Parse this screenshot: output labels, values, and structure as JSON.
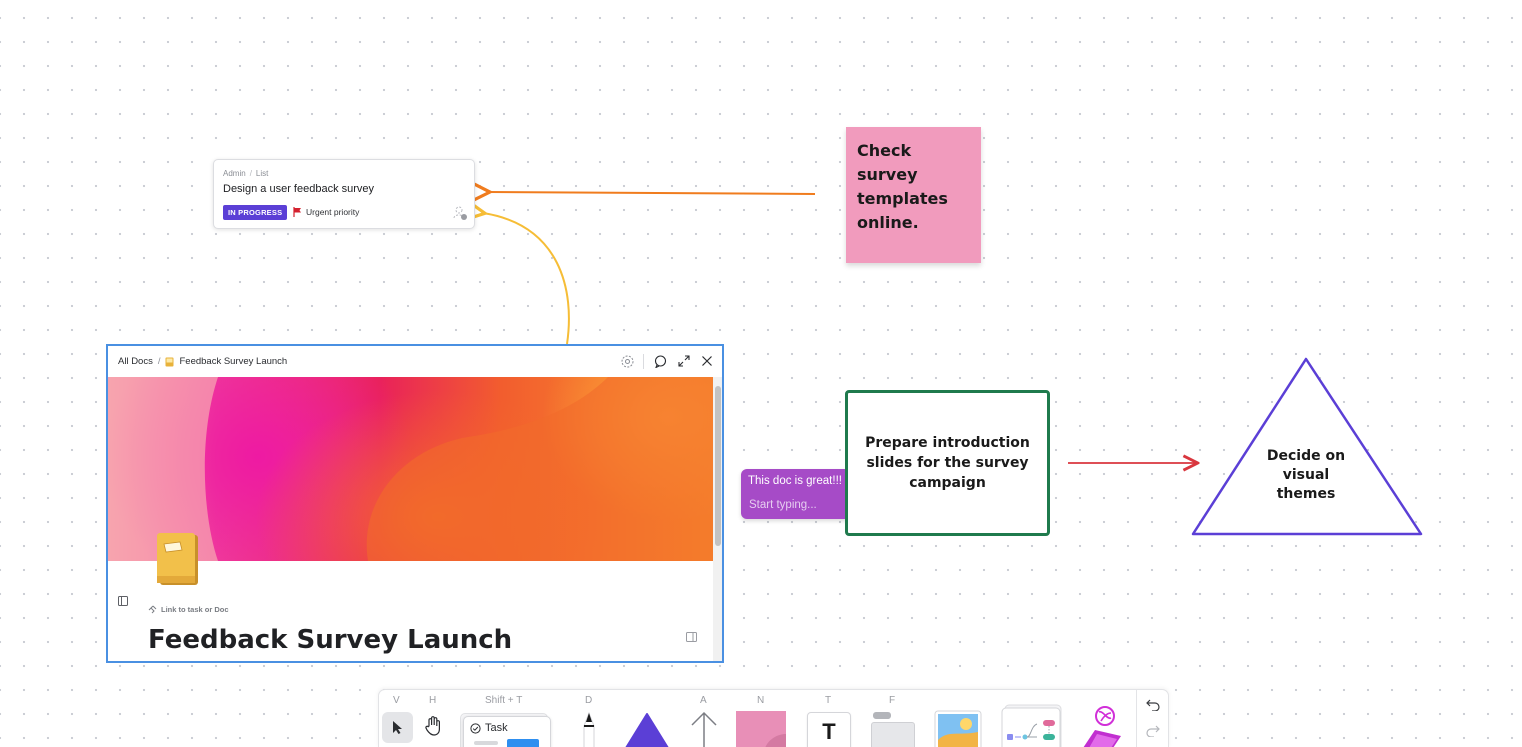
{
  "task_card": {
    "breadcrumb": [
      "Admin",
      "List"
    ],
    "title": "Design a user feedback survey",
    "status": "IN PROGRESS",
    "priority": "Urgent priority",
    "colors": {
      "status": "#5b3fd6",
      "flag": "#d4212f"
    }
  },
  "sticky_note": {
    "text": "Check survey templates online.",
    "color": "#f19bbd"
  },
  "doc": {
    "breadcrumb_root": "All Docs",
    "breadcrumb_current": "Feedback Survey Launch",
    "link_label": "Link to task or Doc",
    "title": "Feedback Survey Launch",
    "icons": [
      "doc-book-icon",
      "watch-icon",
      "comment-icon",
      "expand-icon",
      "close-icon"
    ]
  },
  "comment": {
    "text": "This doc is great!!!",
    "placeholder": "Start typing...",
    "color": "#a64bc7"
  },
  "rectangle": {
    "text": "Prepare introduction slides for the survey campaign",
    "border_color": "#1f7a4d"
  },
  "triangle": {
    "text": "Decide on visual themes",
    "border_color": "#5b3fd6"
  },
  "connectors": {
    "orange_color": "#f07c1e",
    "yellow_color": "#f6bd36",
    "red_color": "#d9363e"
  },
  "toolbar": {
    "shortcuts": {
      "select": "V",
      "hand": "H",
      "task": "Shift + T",
      "draw": "D",
      "arrow": "A",
      "note": "N",
      "text": "T",
      "frame": "F"
    },
    "task_label": "Task",
    "text_tool_glyph": "T",
    "tools": [
      "select-tool",
      "hand-tool",
      "task-tool",
      "pen-tool",
      "shape-tool",
      "arrow-tool",
      "sticky-note-tool",
      "text-tool",
      "frame-tool",
      "image-tool",
      "mindmap-tool",
      "ai-tool",
      "undo",
      "redo"
    ]
  }
}
